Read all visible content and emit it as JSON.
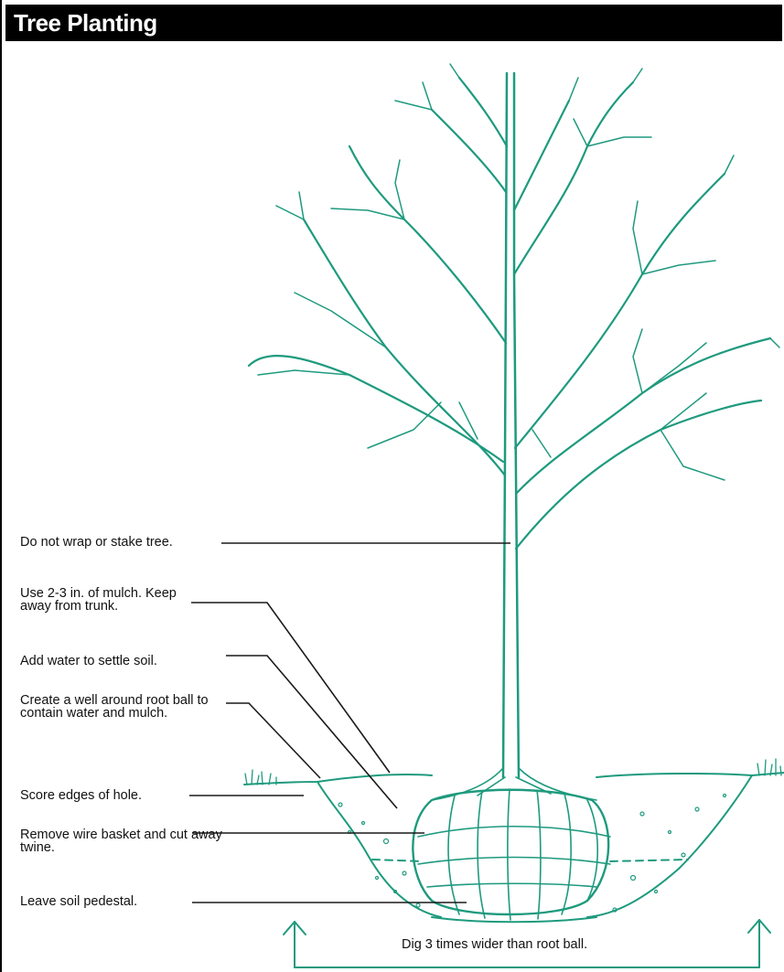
{
  "title": "Tree Planting",
  "labels": {
    "wrap": "Do not wrap or stake tree.",
    "mulch": "Use 2-3 in. of mulch. Keep away from trunk.",
    "water": "Add water to settle soil.",
    "well": "Create a well around root ball to contain water and mulch.",
    "score": "Score edges of hole.",
    "wire": "Remove wire basket and cut away twine.",
    "pedestal": "Leave soil pedestal.",
    "dig": "Dig 3 times wider than root ball."
  },
  "colors": {
    "tree": "#1e9a7e",
    "header": "#000000",
    "leader_line": "#1a1a1a"
  }
}
